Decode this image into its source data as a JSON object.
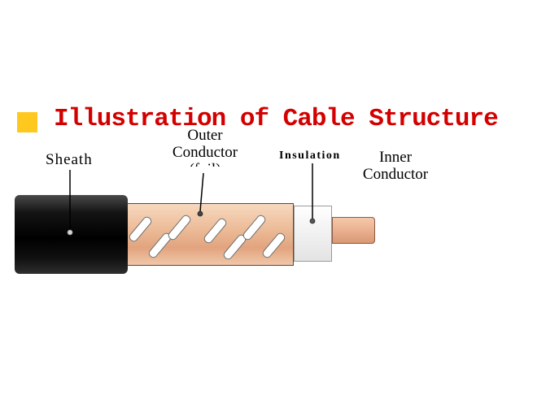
{
  "title": {
    "text": "Illustration of Cable Structure"
  },
  "labels": {
    "sheath": "Sheath",
    "outer_line1": "Outer",
    "outer_line2": "Conductor",
    "outer_line3_clipped": "(foil)",
    "insulation": "Insulation",
    "inner_line1": "Inner",
    "inner_line2": "Conductor"
  },
  "diagram": {
    "parts": [
      "sheath",
      "outer-conductor",
      "insulation",
      "inner-conductor"
    ],
    "slot_count": 7
  },
  "theme": {
    "title_red": "#d40000",
    "bullet_yellow": "#ffc81e",
    "sheath_black": "#101010",
    "conductor_tan": "#eec09e",
    "insulation_white": "#f2f2f2",
    "inner_copper": "#e9ae8e",
    "line_black": "#000000"
  }
}
